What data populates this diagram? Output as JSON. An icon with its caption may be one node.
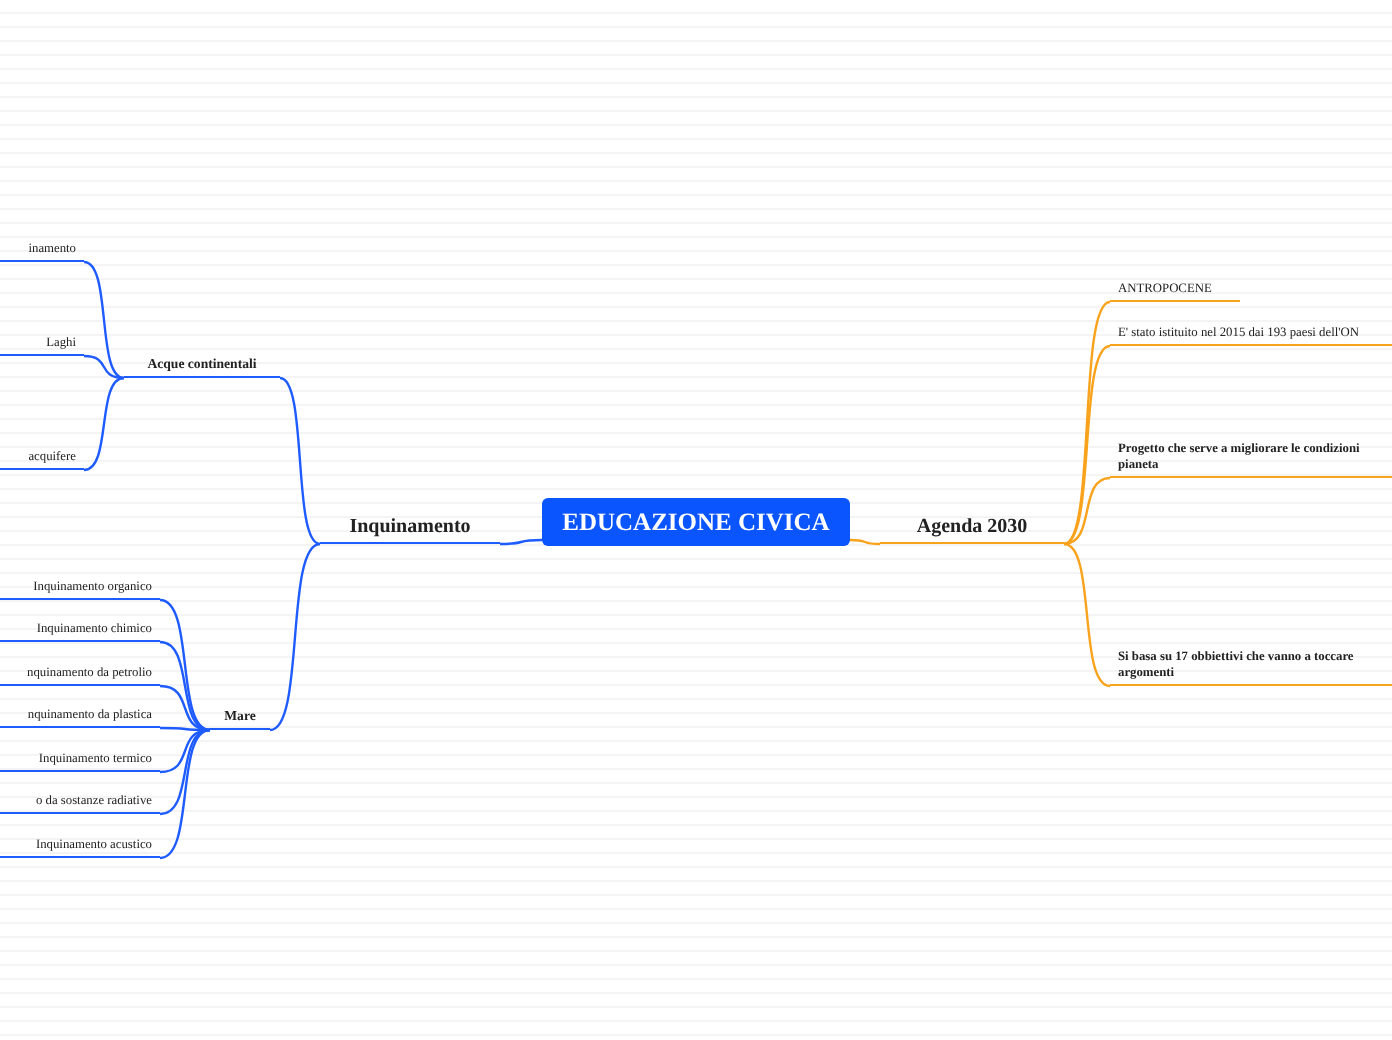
{
  "diagram": {
    "nodes": [
      {
        "text": [
          "EDUCAZIONE CIVICA"
        ]
      },
      {
        "text": [
          "Inquinamento"
        ]
      },
      {
        "text": [
          "Acque continentali"
        ]
      },
      {
        "text": [
          "inamento"
        ]
      },
      {
        "text": [
          "Laghi"
        ]
      },
      {
        "text": [
          "acquifere"
        ]
      },
      {
        "text": [
          "Mare"
        ]
      },
      {
        "text": [
          "Inquinamento organico"
        ]
      },
      {
        "text": [
          "Inquinamento chimico"
        ]
      },
      {
        "text": [
          "nquinamento da petrolio"
        ]
      },
      {
        "text": [
          "nquinamento da plastica"
        ]
      },
      {
        "text": [
          "Inquinamento termico"
        ]
      },
      {
        "text": [
          "o da sostanze radiative"
        ]
      },
      {
        "text": [
          "Inquinamento acustico"
        ]
      },
      {
        "text": [
          "Agenda 2030"
        ]
      },
      {
        "text": [
          "ANTROPOCENE"
        ]
      },
      {
        "text": [
          "E' stato istituito nel 2015 dai 193 paesi dell'ON"
        ]
      },
      {
        "text": [
          "Progetto che serve a migliorare le condizioni pianeta"
        ]
      },
      {
        "text": [
          "Si basa su 17 obbiettivi che vanno a toccare argomenti"
        ]
      }
    ],
    "edges": [
      {
        "from": 0,
        "to": 1,
        "arrow": "none"
      },
      {
        "from": 1,
        "to": 2,
        "arrow": "none"
      },
      {
        "from": 2,
        "to": 3,
        "arrow": "none"
      },
      {
        "from": 2,
        "to": 4,
        "arrow": "none"
      },
      {
        "from": 2,
        "to": 5,
        "arrow": "none"
      },
      {
        "from": 1,
        "to": 6,
        "arrow": "none"
      },
      {
        "from": 6,
        "to": 7,
        "arrow": "none"
      },
      {
        "from": 6,
        "to": 8,
        "arrow": "none"
      },
      {
        "from": 6,
        "to": 9,
        "arrow": "none"
      },
      {
        "from": 6,
        "to": 10,
        "arrow": "none"
      },
      {
        "from": 6,
        "to": 11,
        "arrow": "none"
      },
      {
        "from": 6,
        "to": 12,
        "arrow": "none"
      },
      {
        "from": 6,
        "to": 13,
        "arrow": "none"
      },
      {
        "from": 0,
        "to": 14,
        "arrow": "none",
        "color": "#f9a21b"
      },
      {
        "from": 14,
        "to": 15,
        "arrow": "none",
        "color": "#f9a21b"
      },
      {
        "from": 14,
        "to": 16,
        "arrow": "none",
        "color": "#f9a21b"
      },
      {
        "from": 14,
        "to": 17,
        "arrow": "none",
        "color": "#f9a21b"
      },
      {
        "from": 14,
        "to": 18,
        "arrow": "none",
        "color": "#f9a21b"
      }
    ]
  }
}
